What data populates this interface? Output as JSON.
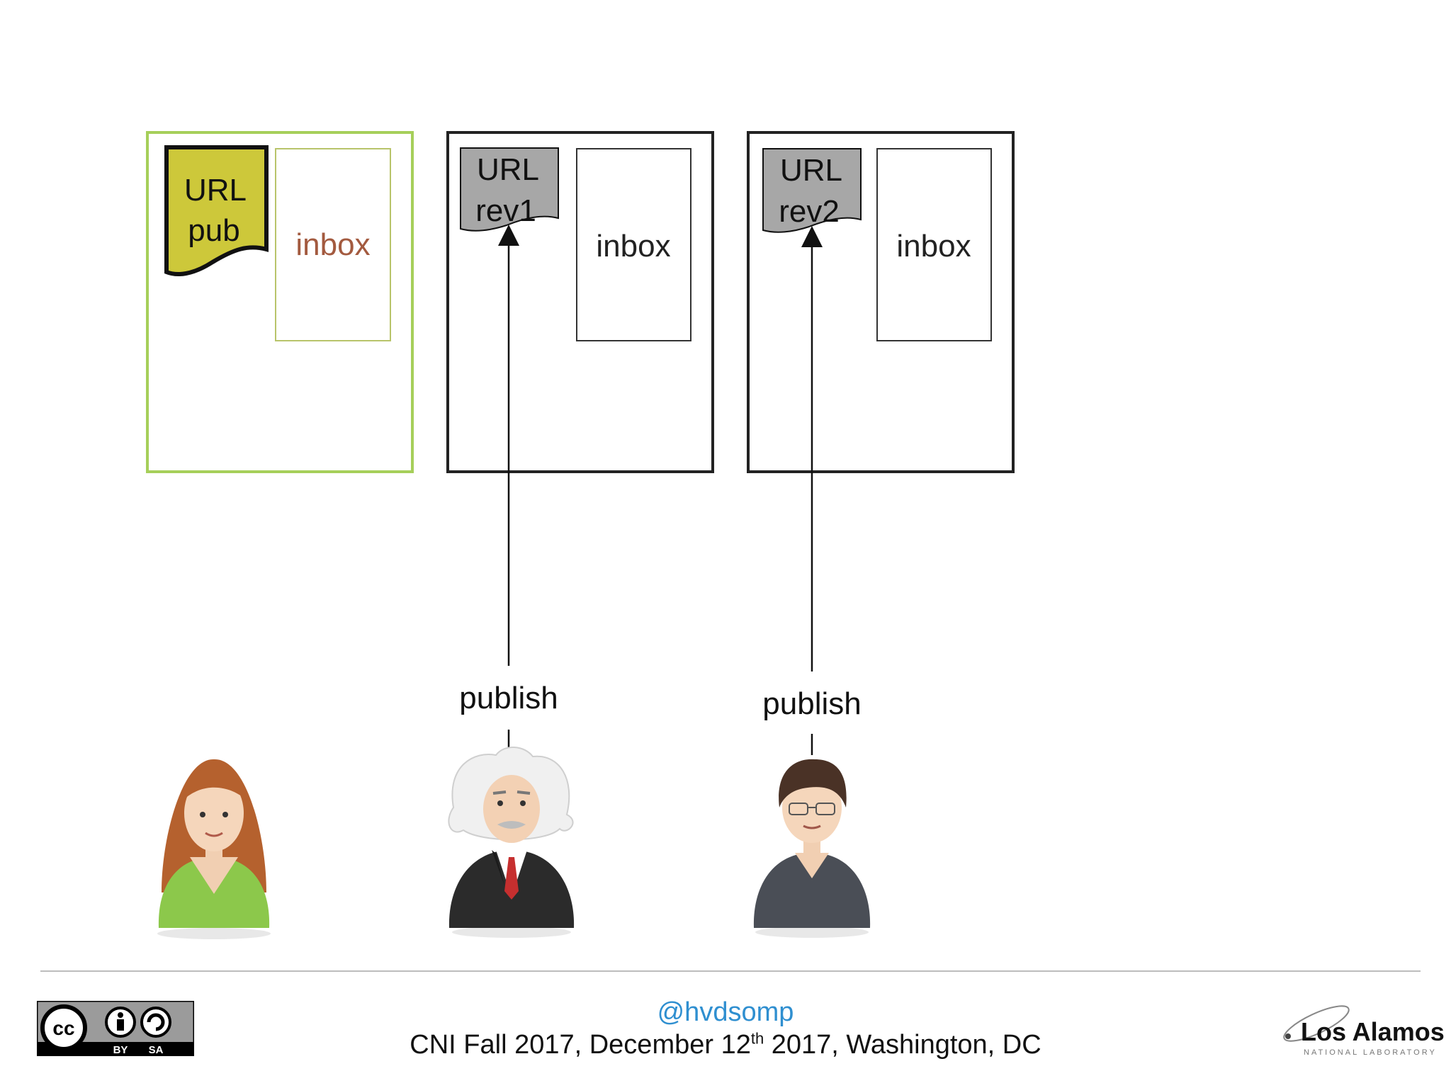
{
  "boxes": [
    {
      "doc_line1": "URL",
      "doc_line2": "pub",
      "inbox": "inbox",
      "doc_color": "#cdc83a",
      "border_color": "#a6cf5a",
      "inbox_text_color": "#a35a3f"
    },
    {
      "doc_line1": "URL",
      "doc_line2": "rev1",
      "inbox": "inbox",
      "doc_color": "#a7a7a7",
      "border_color": "#222222",
      "inbox_text_color": "#222222"
    },
    {
      "doc_line1": "URL",
      "doc_line2": "rev2",
      "inbox": "inbox",
      "doc_color": "#a7a7a7",
      "border_color": "#222222",
      "inbox_text_color": "#222222"
    }
  ],
  "arrows": [
    {
      "label": "publish"
    },
    {
      "label": "publish"
    }
  ],
  "people": [
    {
      "icon": "woman-avatar-icon",
      "shirt_color": "#8cc84b",
      "hair_color": "#b5612e"
    },
    {
      "icon": "einstein-avatar-icon",
      "shirt_color": "#2b2b2b",
      "hair_color": "#eeeeee"
    },
    {
      "icon": "man-avatar-icon",
      "shirt_color": "#4a4e56",
      "hair_color": "#4a3226"
    }
  ],
  "footer": {
    "handle": "@hvdsomp",
    "conference_prefix": "CNI Fall 2017, December 12",
    "conference_sup": "th",
    "conference_suffix": " 2017, Washington, DC",
    "license_icon": "cc-by-sa-icon",
    "license_labels": [
      "cc",
      "BY",
      "SA"
    ],
    "logo_text": "Los Alamos",
    "logo_subtext": "NATIONAL LABORATORY",
    "handle_color": "#2f8fd0"
  }
}
